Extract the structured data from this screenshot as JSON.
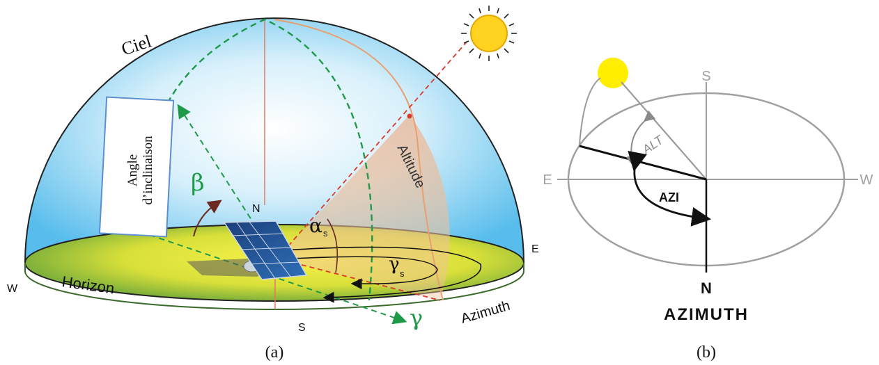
{
  "panel_a": {
    "caption": "(a)",
    "sky_label": "Ciel",
    "tilt_box_line1": "Angle",
    "tilt_box_line2": "d’inclinaison",
    "beta_symbol": "β",
    "gamma_symbol": "γ",
    "alpha_symbol": "α",
    "alpha_sub": "s",
    "gamma_s_symbol": "γ",
    "gamma_s_sub": "s",
    "altitude_label": "Altitude",
    "horizon_label": "Horizon",
    "azimuth_label": "Azimuth",
    "north": "N",
    "south": "S",
    "east": "E",
    "west": "W",
    "colors": {
      "sky_light": "#ffffff",
      "sky_dark": "#5bc0ee",
      "ground_light": "#f3ee3a",
      "ground_dark": "#3f8f3a",
      "dashed_green": "#1f9a48",
      "sun_ray": "#d93a2b",
      "altitude_fill": "#e8a77c"
    }
  },
  "panel_b": {
    "caption": "(b)",
    "title": "AZIMUTH",
    "alt_label": "ALT",
    "azi_label": "AZI",
    "north": "N",
    "south": "S",
    "east": "E",
    "west": "W",
    "colors": {
      "sun": "#ffee00",
      "lines": "#9a9a9a"
    }
  }
}
